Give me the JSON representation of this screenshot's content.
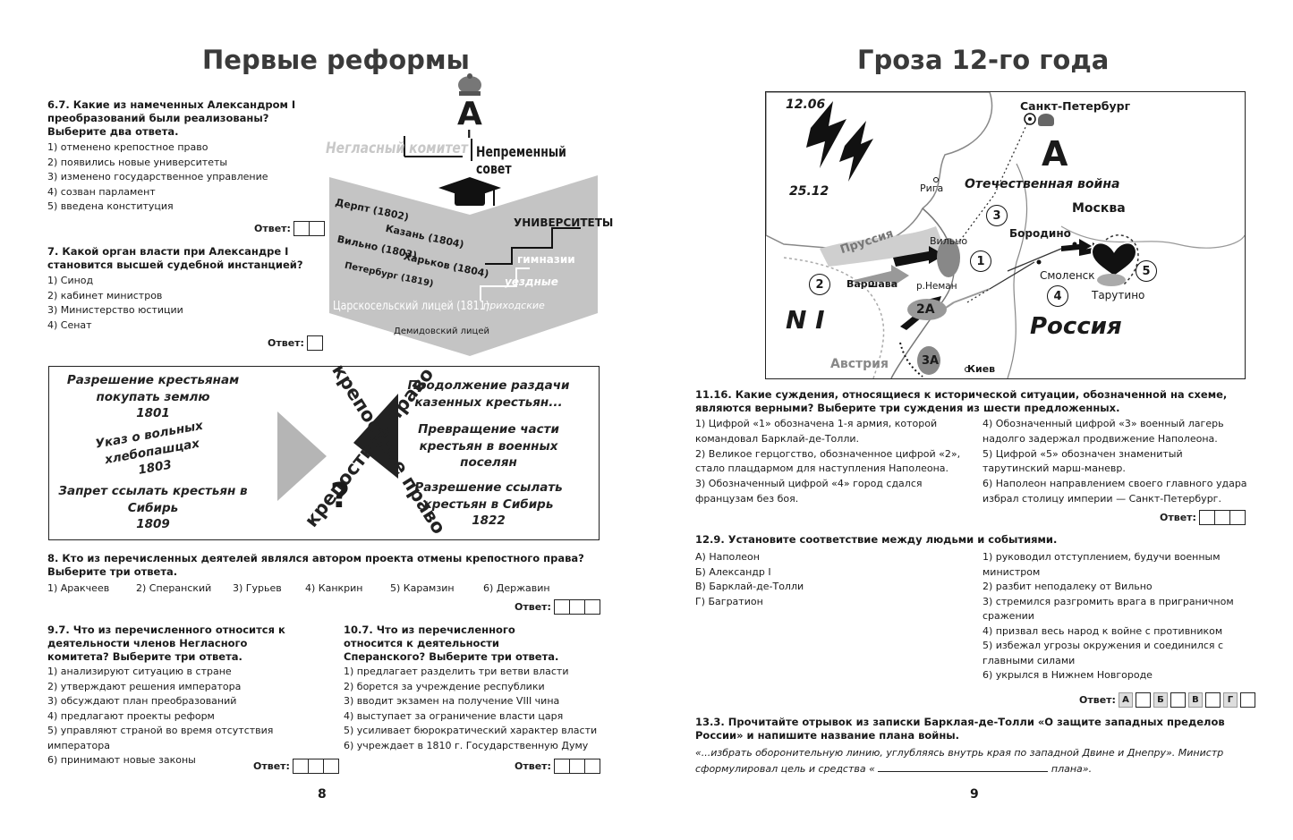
{
  "left": {
    "title": "Первые реформы",
    "q67": {
      "text": "6.7. Какие из намеченных Александром I преобразований были реализованы? Выберите два ответа.",
      "options": [
        "1) отменено крепостное право",
        "2) появились новые университеты",
        "3) изменено государственное управление",
        "4) созван парламент",
        "5) введена конституция"
      ],
      "answer_label": "Ответ:"
    },
    "q7": {
      "text": "7. Какой орган власти при Александре I становится высшей судебной инстанцией?",
      "options": [
        "1) Синод",
        "2) кабинет министров",
        "3) Министерство юстиции",
        "4) Сенат"
      ],
      "answer_label": "Ответ:"
    },
    "diagram": {
      "letter": "А",
      "sub": "I",
      "neglasny": "Негласный комитет",
      "nepremenny": "Непременный совет",
      "dorpat": "Дерпт (1802)",
      "kazan": "Казань (1804)",
      "vilno": "Вильно (1803)",
      "kharkov": "Харьков (1804)",
      "peterburg": "Петербург (1819)",
      "tsarskoe": "Царскосельский лицей (1811)",
      "universities": "УНИВЕРСИТЕТЫ",
      "gymnasia": "гимназии",
      "uezdnye": "уездные",
      "prikhodskie": "приходские",
      "demidov": "Демидовский лицей"
    },
    "serfdom": {
      "l1": "Разрешение крестьянам покупать землю",
      "l1y": "1801",
      "l2": "Указ о вольных хлебопашцах",
      "l2y": "1803",
      "l3": "Запрет ссылать крестьян в Сибирь",
      "l3y": "1809",
      "center1": "крепостное право",
      "center2": "крепостное право",
      "qmark": "?",
      "r1": "Продолжение раздачи казенных крестьян...",
      "r2": "Превращение части крестьян в военных поселян",
      "r3": "Разрешение ссылать крестьян в Сибирь",
      "r3y": "1822"
    },
    "q8": {
      "text": "8. Кто из перечисленных деятелей являлся автором проекта отмены крепостного права? Выберите три ответа.",
      "options": [
        "1) Аракчеев",
        "2) Сперанский",
        "3) Гурьев",
        "4) Канкрин",
        "5) Карамзин",
        "6) Державин"
      ],
      "answer_label": "Ответ:"
    },
    "q97": {
      "text": "9.7. Что из перечисленного относится к деятельности членов Негласного комитета? Выберите три ответа.",
      "options": [
        "1) анализируют ситуацию в стране",
        "2) утверждают решения императора",
        "3) обсуждают план преобразований",
        "4) предлагают проекты реформ",
        "5) управляют страной во время отсутствия императора",
        "6) принимают новые законы"
      ],
      "answer_label": "Ответ:"
    },
    "q107": {
      "text": "10.7. Что из перечисленного относится к деятельности Сперанского? Выберите три ответа.",
      "options": [
        "1) предлагает разделить три ветви власти",
        "2) борется за учреждение республики",
        "3) вводит экзамен на получение VIII чина",
        "4) выступает за ограничение власти царя",
        "5) усиливает бюрократический характер власти",
        "6) учреждает в 1810 г. Государственную Думу"
      ],
      "answer_label": "Ответ:"
    },
    "page_number": "8"
  },
  "right": {
    "title": "Гроза 12-го года",
    "map": {
      "date1": "12.06",
      "date2": "25.12",
      "spb": "Санкт-Петербург",
      "riga": "Рига",
      "war": "Отечественная война",
      "moscow": "Москва",
      "borodino": "Бородино",
      "prussia": "Пруссия",
      "vilno": "Вильно",
      "smolensk": "Смоленск",
      "tarutino": "Тарутино",
      "warsaw": "Варшава",
      "neman": "р.Неман",
      "ni": "N I",
      "russia": "Россия",
      "austria": "Австрия",
      "kiev": "Киев",
      "n1": "1",
      "n2": "2",
      "n2a": "2А",
      "n3": "3",
      "n3a": "3А",
      "n4": "4",
      "n5": "5"
    },
    "q1116": {
      "text": "11.16. Какие суждения, относящиеся к исторической ситуации, обозначенной на схеме, являются верными? Выберите три суждения из шести предложенных.",
      "left_options": [
        "1) Цифрой «1» обозначена 1-я армия, которой командовал Барклай-де-Толли.",
        "2) Великое герцогство, обозначенное цифрой «2», стало плацдармом для наступления Наполеона.",
        "3) Обозначенный цифрой «4» город сдался французам без боя."
      ],
      "right_options": [
        "4) Обозначенный цифрой «3» военный лагерь надолго задержал продвижение Наполеона.",
        "5) Цифрой «5» обозначен знаменитый тарутинский марш-маневр.",
        "6) Наполеон направлением своего главного удара избрал столицу империи — Санкт-Петербург."
      ],
      "answer_label": "Ответ:"
    },
    "q129": {
      "text": "12.9. Установите соответствие между людьми и событиями.",
      "people": [
        "А) Наполеон",
        "Б) Александр I",
        "В) Барклай-де-Толли",
        "Г) Багратион"
      ],
      "events": [
        "1) руководил отступлением, будучи военным министром",
        "2) разбит неподалеку от Вильно",
        "3) стремился разгромить врага в приграничном сражении",
        "4) призвал весь народ к войне с противником",
        "5) избежал угрозы окружения и соединился с главными силами",
        "6) укрылся в Нижнем Новгороде"
      ],
      "answer_label": "Ответ:",
      "letters": [
        "А",
        "Б",
        "В",
        "Г"
      ]
    },
    "q133": {
      "text": "13.3. Прочитайте отрывок из записки Барклая-де-Толли «О защите западных пределов России» и напишите название плана войны.",
      "quote1": "«...избрать оборонительную линию, углубляясь внутрь края по западной Двине и Днепру». Министр сформулировал цель и средства «",
      "quote2": "плана»."
    },
    "page_number": "9"
  }
}
